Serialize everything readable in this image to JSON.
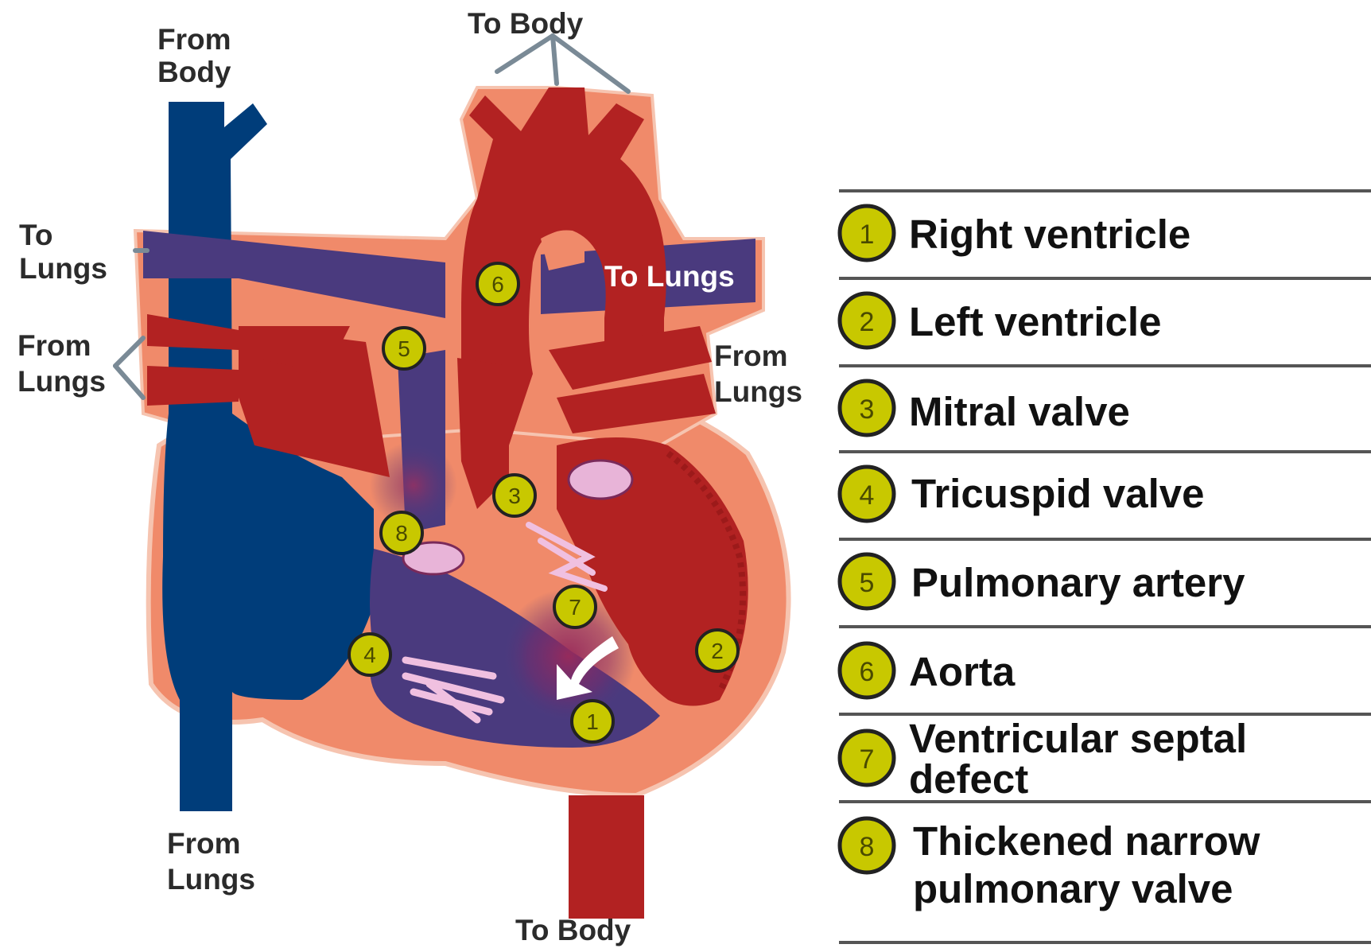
{
  "callouts": {
    "from_body_top": [
      "From",
      "Body"
    ],
    "to_body_top": "To Body",
    "to_lungs_left": [
      "To",
      "Lungs"
    ],
    "from_lungs_left": [
      "From",
      "Lungs"
    ],
    "to_lungs_right": "To Lungs",
    "from_lungs_right": [
      "From",
      "Lungs"
    ],
    "from_lungs_bottom": [
      "From",
      "Lungs"
    ],
    "to_body_bottom": "To Body"
  },
  "markers": [
    "1",
    "2",
    "3",
    "4",
    "5",
    "6",
    "7",
    "8"
  ],
  "legend": [
    {
      "number": "1",
      "lines": [
        "Right ventricle"
      ]
    },
    {
      "number": "2",
      "lines": [
        "Left ventricle"
      ]
    },
    {
      "number": "3",
      "lines": [
        "Mitral valve"
      ]
    },
    {
      "number": "4",
      "lines": [
        "Tricuspid valve"
      ]
    },
    {
      "number": "5",
      "lines": [
        "Pulmonary artery"
      ]
    },
    {
      "number": "6",
      "lines": [
        "Aorta"
      ]
    },
    {
      "number": "7",
      "lines": [
        "Ventricular septal",
        "defect"
      ]
    },
    {
      "number": "8",
      "lines": [
        "Thickened narrow",
        "pulmonary valve"
      ]
    }
  ],
  "colors": {
    "oxygenated": "#b22222",
    "deoxygenated": "#4a3a7e",
    "vena_cava": "#003d7a",
    "heart_wall": "#f08a6a",
    "valve": "#e8b4d8",
    "marker_fill": "#c8c800",
    "leader_line": "#7a8a96"
  }
}
